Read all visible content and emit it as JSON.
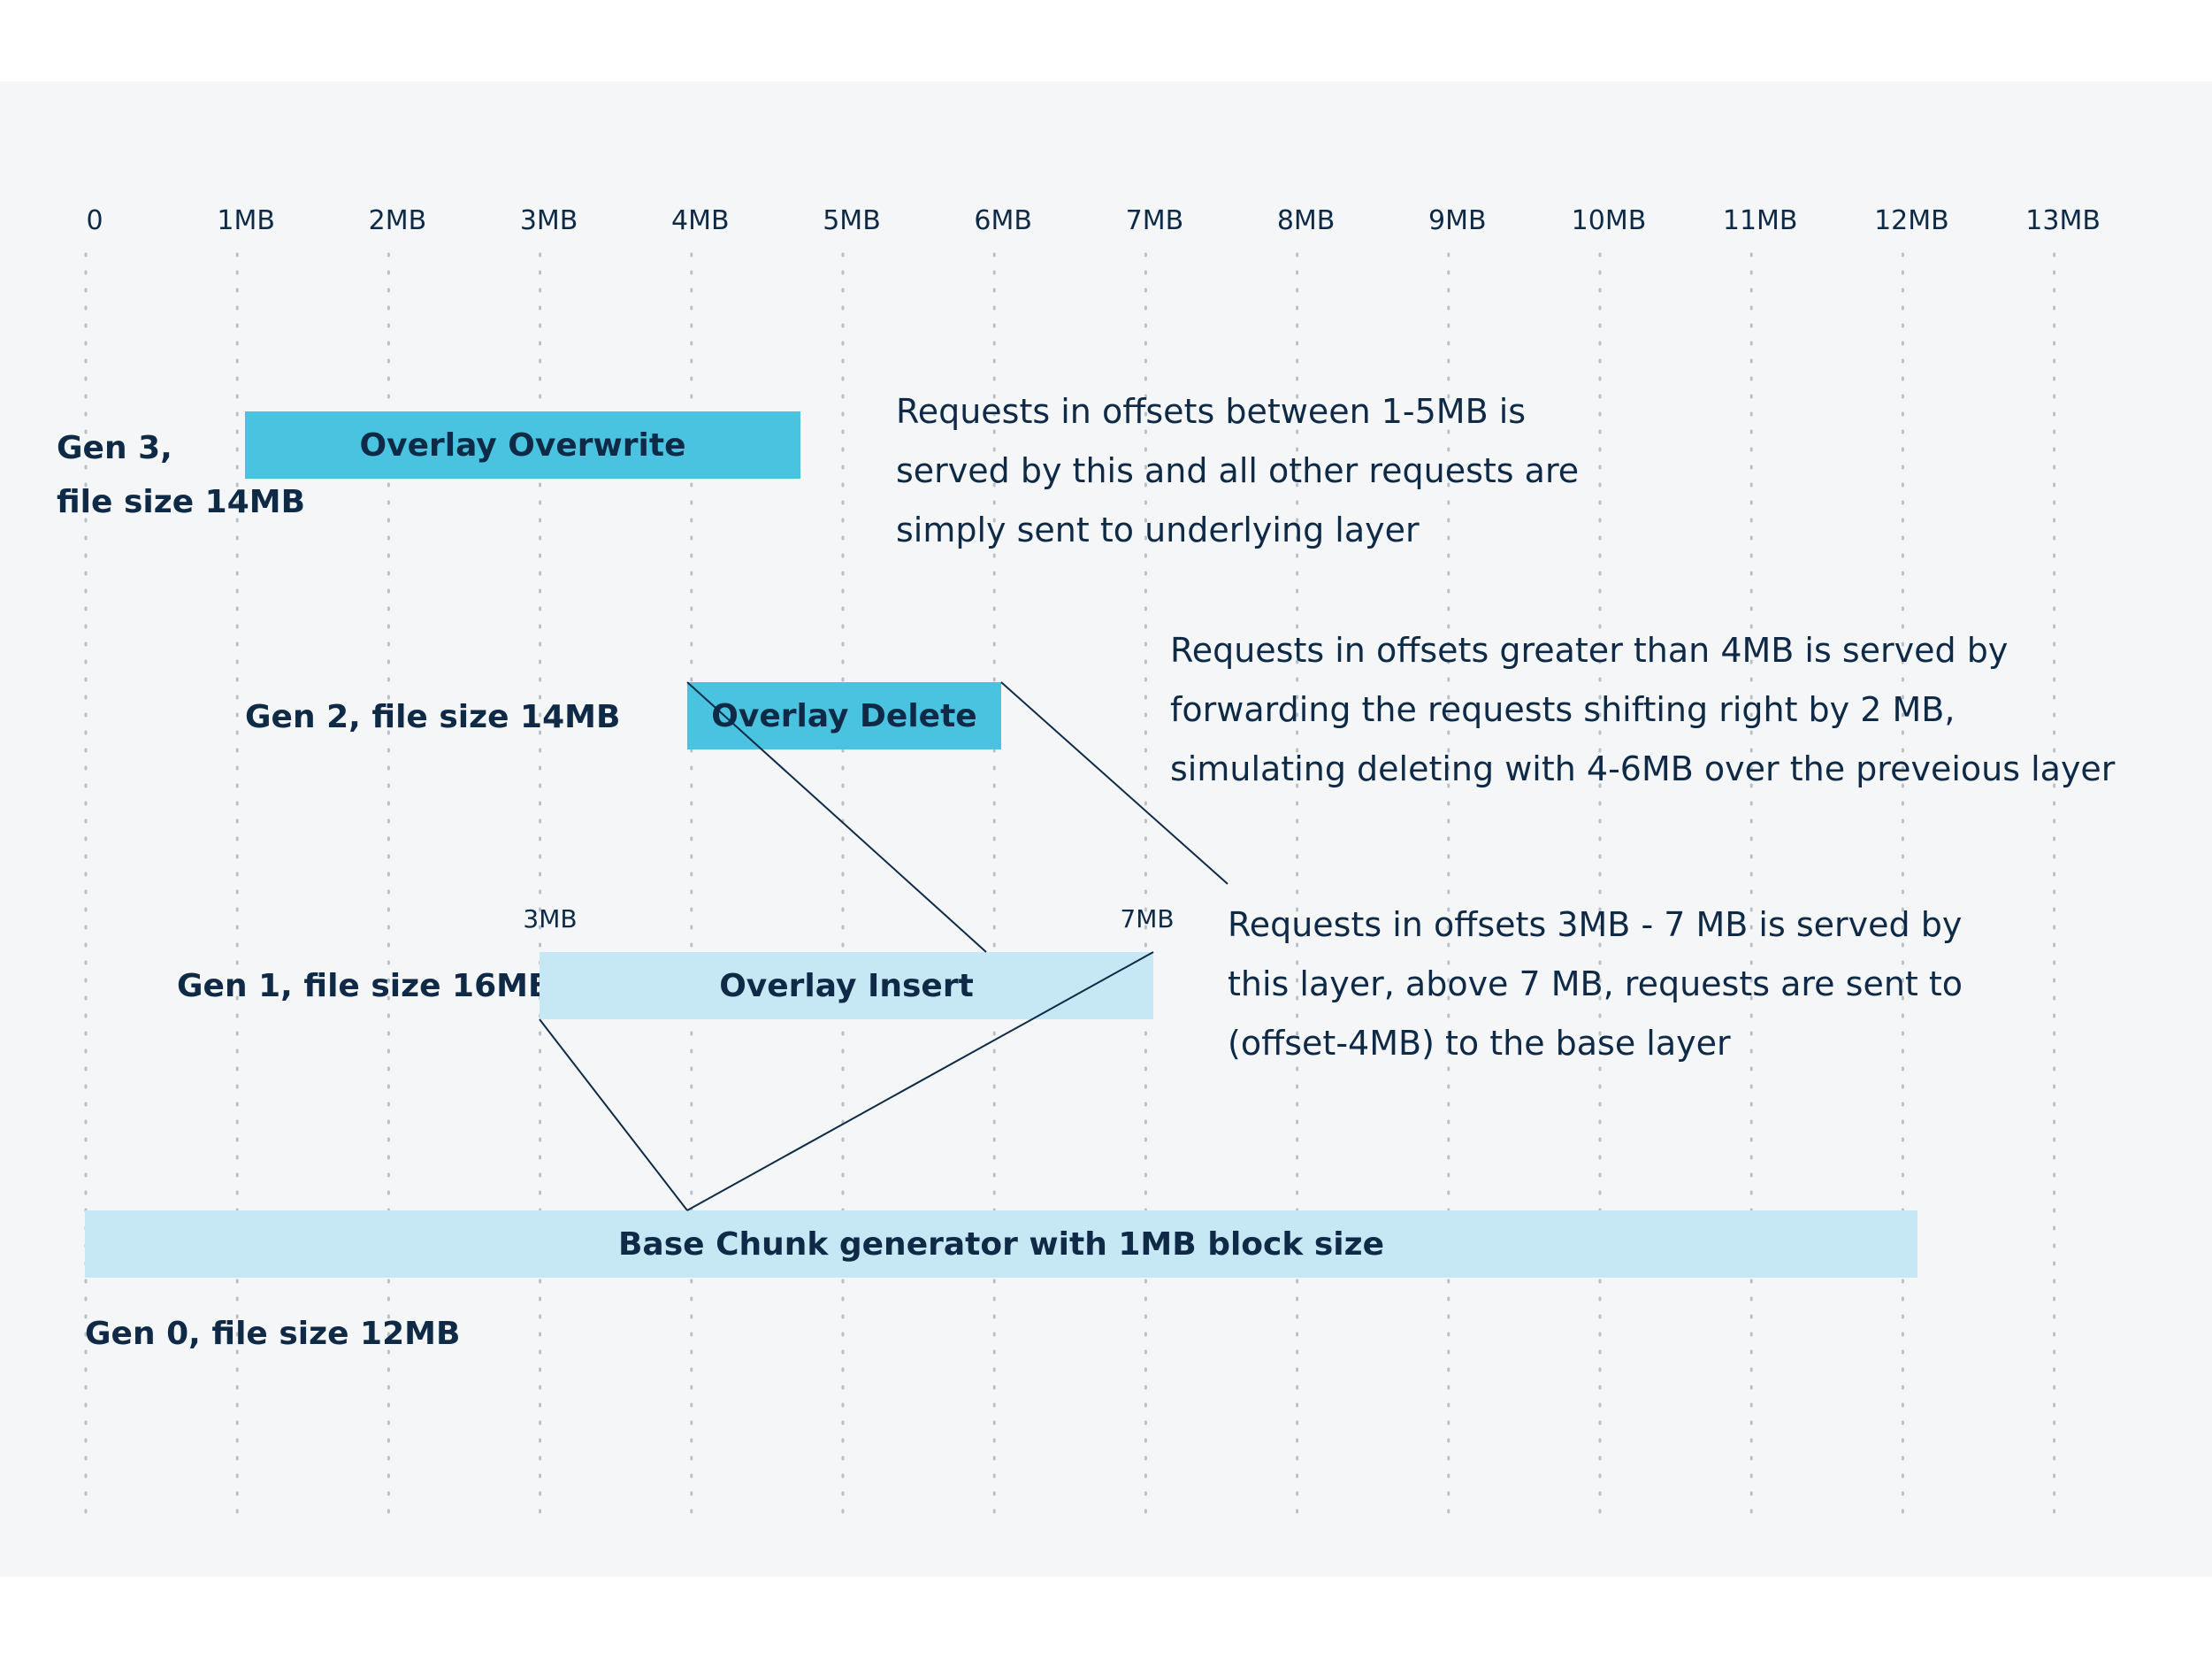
{
  "axis": {
    "ticks": [
      "0",
      "1MB",
      "2MB",
      "3MB",
      "4MB",
      "5MB",
      "6MB",
      "7MB",
      "8MB",
      "9MB",
      "10MB",
      "11MB",
      "12MB",
      "13MB"
    ]
  },
  "layers": {
    "gen3": {
      "label_line1": "Gen 3,",
      "label_line2": "file size 14MB",
      "bar": "Overlay Overwrite",
      "note": "Requests in offsets between 1-5MB is\nserved by this and all other requests are\nsimply sent to underlying layer"
    },
    "gen2": {
      "label": "Gen 2, file size 14MB",
      "bar": "Overlay Delete",
      "note": "Requests in offsets greater than 4MB is served by\nforwarding the requests shifting right by 2 MB,\nsimulating deleting with 4-6MB over the preveious layer"
    },
    "gen1": {
      "label": "Gen 1, file size 16MB",
      "bar": "Overlay Insert",
      "marker_start": "3MB",
      "marker_end": "7MB",
      "note": "Requests in offsets 3MB - 7 MB is served by\nthis layer, above 7 MB, requests are sent to\n(offset-4MB) to the base layer"
    },
    "gen0": {
      "label": "Gen 0, file size 12MB",
      "bar": "Base Chunk generator with 1MB block size"
    }
  },
  "colors": {
    "overlay_dark": "#4ac3e0",
    "overlay_light": "#c5e8f4",
    "text": "#0e2a47",
    "grid": "#b8c0c8",
    "background": "#f4f6f8"
  }
}
